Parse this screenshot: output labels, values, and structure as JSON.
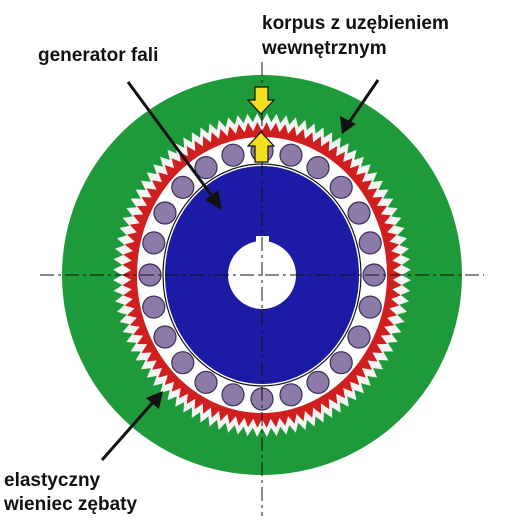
{
  "labels": {
    "generator": "generator fali",
    "korpus_line1": "korpus z uzębieniem",
    "korpus_line2": "wewnętrznym",
    "wieniec_line1": "elastyczny",
    "wieniec_line2": "wieniec zębaty"
  },
  "colors": {
    "housing": "#1f9a3a",
    "flexspline": "#d01f1f",
    "wave_generator": "#1c1ba6",
    "bearing_ball": "#8c7aa8",
    "bearing_ball_outline": "#3b2f55",
    "arrow_marker": "#f2df1f",
    "text": "#111111"
  },
  "counts": {
    "housing_teeth": 96,
    "flexspline_teeth": 94,
    "bearing_balls": 24
  }
}
